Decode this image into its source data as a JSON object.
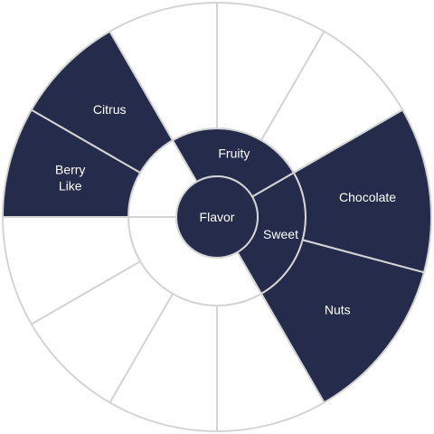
{
  "diagram": {
    "type": "sunburst",
    "colors": {
      "highlight": "#252b4a",
      "empty": "#ffffff",
      "stroke": "#d4d4d4",
      "label_on_dark": "#ffffff"
    },
    "center": {
      "label": "Flavor",
      "highlighted": true
    },
    "rings": [
      {
        "level": 1,
        "segments": [
          {
            "label": "Sweet",
            "start_deg": 60,
            "end_deg": 150,
            "highlighted": true
          },
          {
            "label": "",
            "start_deg": 150,
            "end_deg": 270,
            "highlighted": false
          },
          {
            "label": "Fruity",
            "start_deg": -30,
            "end_deg": 60,
            "highlighted": true
          }
        ]
      },
      {
        "level": 2,
        "segments": [
          {
            "label": "Chocolate",
            "start_deg": 60,
            "end_deg": 105,
            "highlighted": true
          },
          {
            "label": "Nuts",
            "start_deg": 105,
            "end_deg": 150,
            "highlighted": true
          },
          {
            "label": "",
            "start_deg": 150,
            "end_deg": 180,
            "highlighted": false
          },
          {
            "label": "",
            "start_deg": 180,
            "end_deg": 210,
            "highlighted": false
          },
          {
            "label": "",
            "start_deg": 210,
            "end_deg": 240,
            "highlighted": false
          },
          {
            "label": "",
            "start_deg": 240,
            "end_deg": 270,
            "highlighted": false
          },
          {
            "label": "Berry Like",
            "start_deg": 270,
            "end_deg": 300,
            "highlighted": true
          },
          {
            "label": "Citrus",
            "start_deg": 300,
            "end_deg": 330,
            "highlighted": true
          },
          {
            "label": "",
            "start_deg": 330,
            "end_deg": 360,
            "highlighted": false
          },
          {
            "label": "",
            "start_deg": 0,
            "end_deg": 30,
            "highlighted": false
          },
          {
            "label": "",
            "start_deg": 30,
            "end_deg": 60,
            "highlighted": false
          }
        ]
      }
    ]
  }
}
